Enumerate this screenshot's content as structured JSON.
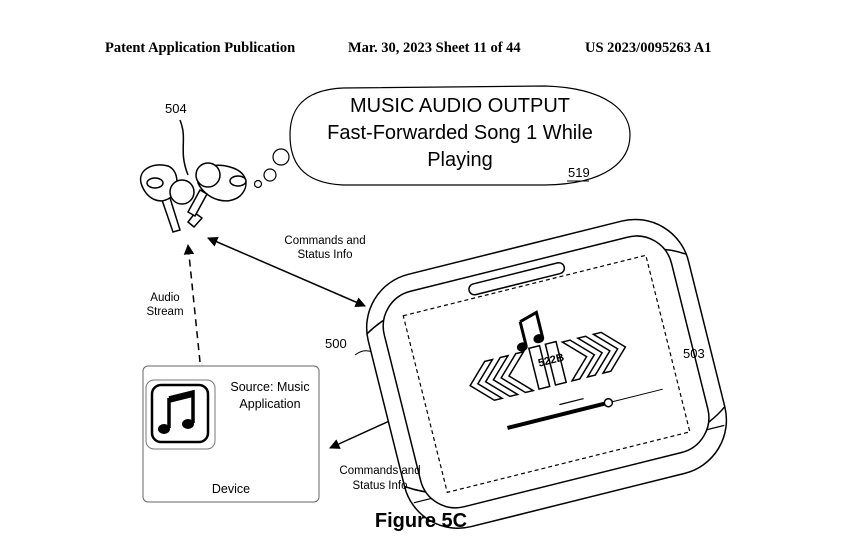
{
  "header": {
    "publication": "Patent Application Publication",
    "date_sheet": "Mar. 30, 2023  Sheet 11 of 44",
    "number": "US 2023/0095263 A1"
  },
  "bubble": {
    "title": "MUSIC AUDIO OUTPUT",
    "line2": "Fast-Forwarded Song 1 While",
    "line3": "Playing",
    "ref": "519"
  },
  "refs": {
    "earbuds": "504",
    "case": "500",
    "screen": "503",
    "controls": "522B"
  },
  "labels": {
    "commands_top_1": "Commands and",
    "commands_top_2": "Status Info",
    "commands_bottom_1": "Commands and",
    "commands_bottom_2": "Status Info",
    "audio_1": "Audio",
    "audio_2": "Stream"
  },
  "device": {
    "source_1": "Source: Music",
    "source_2": "Application",
    "name": "Device"
  },
  "figure": {
    "caption": "Figure 5C"
  }
}
